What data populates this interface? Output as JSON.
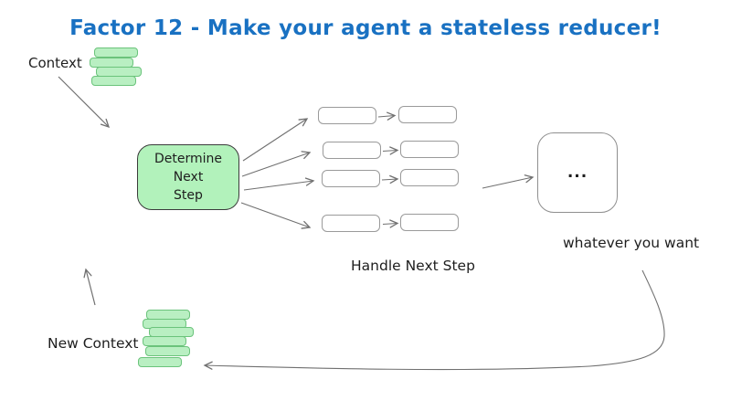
{
  "title": "Factor 12 - Make your agent a stateless reducer!",
  "labels": {
    "context": "Context",
    "determine_next_step": "Determine\nNext\nStep",
    "handle_next_step": "Handle Next Step",
    "ellipsis": "...",
    "whatever_you_want": "whatever you want",
    "new_context": "New Context"
  },
  "colors": {
    "title_blue": "#1971c2",
    "node_green_fill": "#b2f2bb",
    "stack_bar_fill": "#b9efc2",
    "stack_bar_border": "#6bc37b",
    "node_border_dark": "#3b3b3b",
    "box_border_gray": "#9a9a9a",
    "arrow_gray": "#707070",
    "text_black": "#1e1e1e"
  },
  "structure": {
    "context_stack_bars": 4,
    "new_context_stack_bars": 6,
    "handler_pair_rows": 4
  }
}
